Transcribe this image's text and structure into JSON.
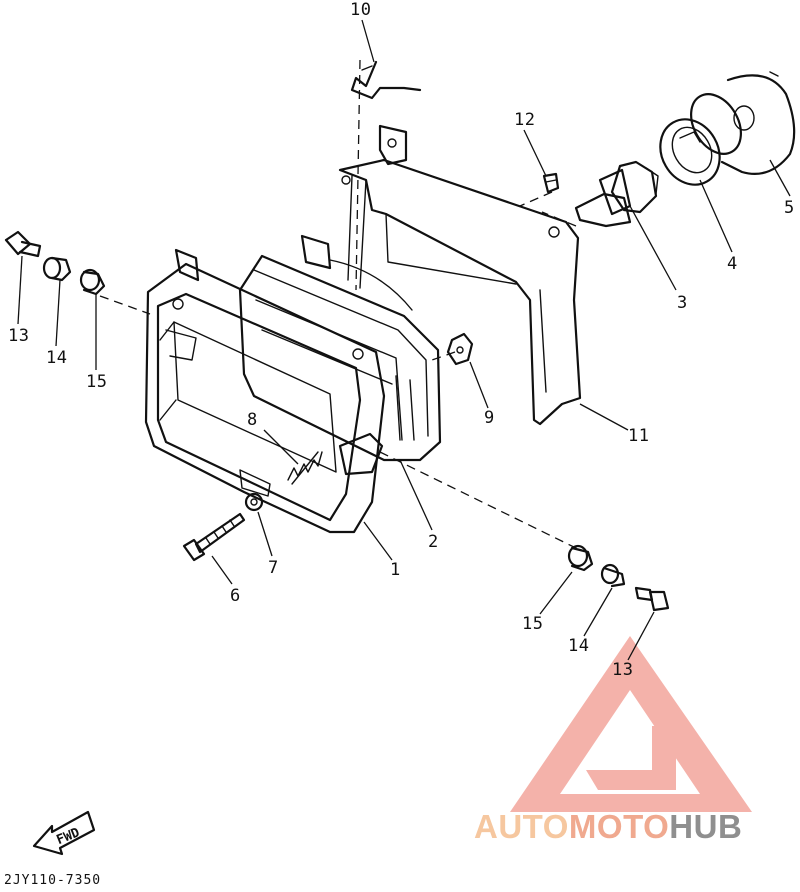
{
  "diagram": {
    "callouts": [
      "1",
      "2",
      "3",
      "4",
      "5",
      "6",
      "7",
      "8",
      "9",
      "10",
      "11",
      "12",
      "13",
      "14",
      "15",
      "13",
      "14",
      "15"
    ],
    "direction_arrow": "FWD",
    "drawing_code": "2JY110-7350"
  },
  "watermark": {
    "part1": "AUTO",
    "part2": "MOTO",
    "part3": "HUB",
    "colors": {
      "triangle": "#f29d93",
      "auto": "#f6c79f",
      "moto": "#f0a98f",
      "hub": "#8f8f8f"
    }
  }
}
